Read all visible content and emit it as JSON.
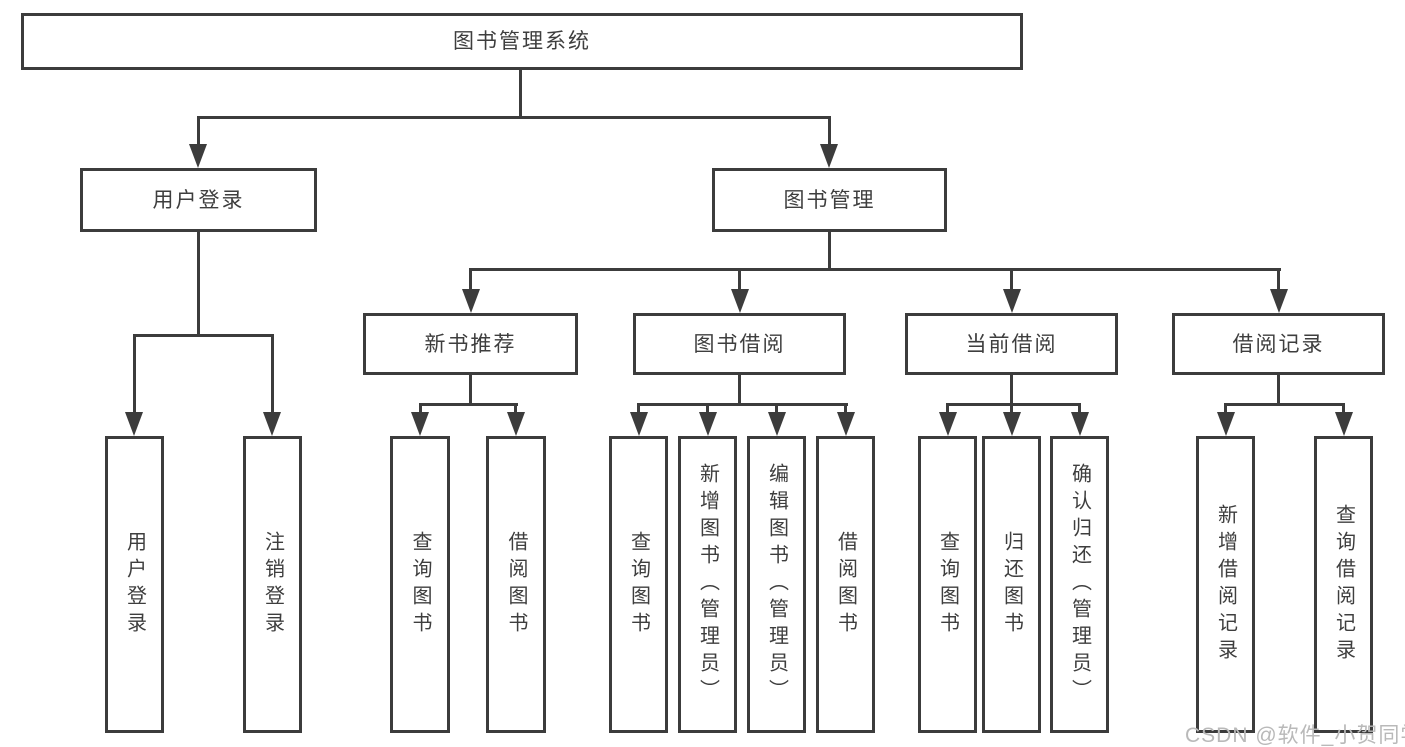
{
  "colors": {
    "line": "#3c3c3c",
    "box_border": "#3c3c3c",
    "text": "#3e3e3e",
    "watermark": "#b9b9b9",
    "bg": "#ffffff"
  },
  "watermark": {
    "text": "CSDN @软件_小贺同学"
  },
  "tree": {
    "root": {
      "label": "图书管理系统",
      "children": [
        {
          "label": "用户登录",
          "children": [
            {
              "label": "用户登录"
            },
            {
              "label": "注销登录"
            }
          ]
        },
        {
          "label": "图书管理",
          "children": [
            {
              "label": "新书推荐",
              "children": [
                {
                  "label": "查询图书"
                },
                {
                  "label": "借阅图书"
                }
              ]
            },
            {
              "label": "图书借阅",
              "children": [
                {
                  "label": "查询图书"
                },
                {
                  "label": "新增图书（管理员）"
                },
                {
                  "label": "编辑图书（管理员）"
                },
                {
                  "label": "借阅图书"
                }
              ]
            },
            {
              "label": "当前借阅",
              "children": [
                {
                  "label": "查询图书"
                },
                {
                  "label": "归还图书"
                },
                {
                  "label": "确认归还（管理员）"
                }
              ]
            },
            {
              "label": "借阅记录",
              "children": [
                {
                  "label": "新增借阅记录"
                },
                {
                  "label": "查询借阅记录"
                }
              ]
            }
          ]
        }
      ]
    }
  }
}
